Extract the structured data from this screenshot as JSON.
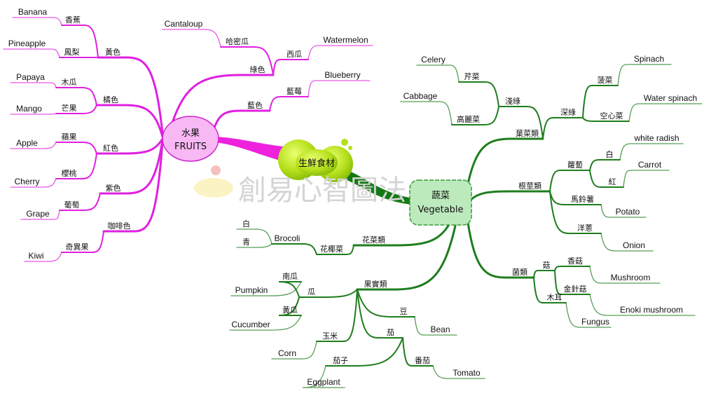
{
  "center": {
    "label": "生鮮食材"
  },
  "watermark": "創易心智圖法",
  "colors": {
    "fruit": "#e020e0",
    "vegetable": "#1e7d1e",
    "center": "#b6e01c"
  },
  "fruits": {
    "title_zh": "水果",
    "title_en": "FRUITS",
    "children": [
      {
        "label": "黃色",
        "children": [
          {
            "label": "香蕉",
            "children": [
              {
                "label": "Banana"
              }
            ]
          },
          {
            "label": "鳳梨",
            "children": [
              {
                "label": "Pineapple"
              }
            ]
          }
        ]
      },
      {
        "label": "橘色",
        "children": [
          {
            "label": "木瓜",
            "children": [
              {
                "label": "Papaya"
              }
            ]
          },
          {
            "label": "芒果",
            "children": [
              {
                "label": "Mango"
              }
            ]
          }
        ]
      },
      {
        "label": "紅色",
        "children": [
          {
            "label": "蘋果",
            "children": [
              {
                "label": "Apple"
              }
            ]
          },
          {
            "label": "櫻桃",
            "children": [
              {
                "label": "Cherry"
              }
            ]
          }
        ]
      },
      {
        "label": "紫色",
        "children": [
          {
            "label": "葡萄",
            "children": [
              {
                "label": "Grape"
              }
            ]
          }
        ]
      },
      {
        "label": "咖啡色",
        "children": [
          {
            "label": "奇異果",
            "children": [
              {
                "label": "Kiwi"
              }
            ]
          }
        ]
      },
      {
        "label": "綠色",
        "children": [
          {
            "label": "哈密瓜",
            "children": [
              {
                "label": "Cantaloup"
              }
            ]
          },
          {
            "label": "西瓜",
            "children": [
              {
                "label": "Watermelon"
              }
            ]
          }
        ]
      },
      {
        "label": "藍色",
        "children": [
          {
            "label": "藍莓",
            "children": [
              {
                "label": "Blueberry"
              }
            ]
          }
        ]
      }
    ]
  },
  "vegetable": {
    "title_zh": "蔬菜",
    "title_en": "Vegetable",
    "children": [
      {
        "label": "葉菜類",
        "children": [
          {
            "label": "淺綠",
            "children": [
              {
                "label": "芹菜",
                "children": [
                  {
                    "label": "Celery"
                  }
                ]
              },
              {
                "label": "高麗菜",
                "children": [
                  {
                    "label": "Cabbage"
                  }
                ]
              }
            ]
          },
          {
            "label": "深綠",
            "children": [
              {
                "label": "菠菜",
                "children": [
                  {
                    "label": "Spinach"
                  }
                ]
              },
              {
                "label": "空心菜",
                "children": [
                  {
                    "label": "Water spinach"
                  }
                ]
              }
            ]
          }
        ]
      },
      {
        "label": "根莖類",
        "children": [
          {
            "label": "蘿蔔",
            "children": [
              {
                "label": "白",
                "children": [
                  {
                    "label": "white radish"
                  }
                ]
              },
              {
                "label": "紅",
                "children": [
                  {
                    "label": "Carrot"
                  }
                ]
              }
            ]
          },
          {
            "label": "馬鈴薯",
            "children": [
              {
                "label": "Potato"
              }
            ]
          },
          {
            "label": "洋蔥",
            "children": [
              {
                "label": "Onion"
              }
            ]
          }
        ]
      },
      {
        "label": "菌類",
        "children": [
          {
            "label": "菇",
            "children": [
              {
                "label": "香菇",
                "children": [
                  {
                    "label": "Mushroom"
                  }
                ]
              },
              {
                "label": "金針菇",
                "children": [
                  {
                    "label": "Enoki mushroom"
                  }
                ]
              }
            ]
          },
          {
            "label": "木耳",
            "children": [
              {
                "label": "Fungus"
              }
            ]
          }
        ]
      },
      {
        "label": "花菜類",
        "children": [
          {
            "label": "花椰菜",
            "children": [
              {
                "label": "Brocoli",
                "children": [
                  {
                    "label": "白"
                  },
                  {
                    "label": "青"
                  }
                ]
              }
            ]
          }
        ]
      },
      {
        "label": "果實類",
        "children": [
          {
            "label": "瓜",
            "children": [
              {
                "label": "南瓜",
                "children": [
                  {
                    "label": "Pumpkin"
                  }
                ]
              },
              {
                "label": "黃瓜",
                "children": [
                  {
                    "label": "Cucumber"
                  }
                ]
              }
            ]
          },
          {
            "label": "豆",
            "children": [
              {
                "label": "Bean"
              }
            ]
          },
          {
            "label": "玉米",
            "children": [
              {
                "label": "Corn"
              }
            ]
          },
          {
            "label": "茄",
            "children": [
              {
                "label": "茄子",
                "children": [
                  {
                    "label": "Eggplant"
                  }
                ]
              },
              {
                "label": "番茄",
                "children": [
                  {
                    "label": "Tomato"
                  }
                ]
              }
            ]
          }
        ]
      }
    ]
  }
}
